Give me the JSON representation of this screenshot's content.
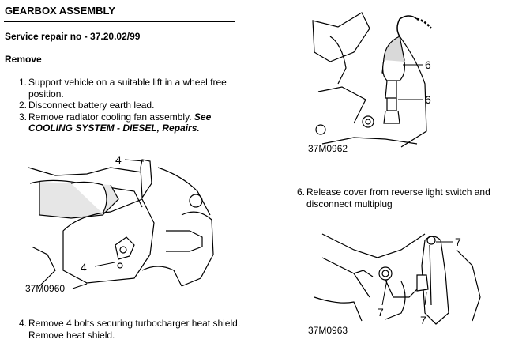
{
  "header": {
    "title": "GEARBOX ASSEMBLY",
    "service_line": "Service repair no - 37.20.02/99",
    "section": "Remove"
  },
  "steps": [
    {
      "num": "1.",
      "text": "Support vehicle on a suitable lift in a wheel free position."
    },
    {
      "num": "2.",
      "text": "Disconnect battery earth lead."
    },
    {
      "num": "3.",
      "text": "Remove radiator cooling fan assembly.",
      "ref": "See COOLING SYSTEM - DIESEL, Repairs."
    },
    {
      "num": "4.",
      "text": "Remove 4 bolts securing turbocharger heat shield. Remove heat shield."
    },
    {
      "num": "6.",
      "text": "Release cover from reverse light switch and disconnect multiplug"
    }
  ],
  "figures": {
    "fig1": {
      "code": "37M0962",
      "callouts": [
        "6",
        "6"
      ]
    },
    "fig2": {
      "code": "37M0960",
      "callouts": [
        "4",
        "4"
      ]
    },
    "fig3": {
      "code": "37M0963",
      "callouts": [
        "7",
        "7",
        "7"
      ]
    }
  }
}
